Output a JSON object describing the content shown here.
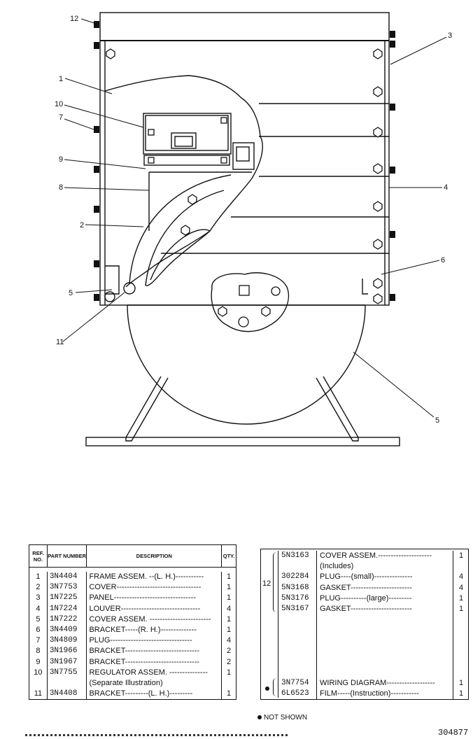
{
  "callouts": [
    {
      "id": "c12",
      "text": "12"
    },
    {
      "id": "c3",
      "text": "3"
    },
    {
      "id": "c1",
      "text": "1"
    },
    {
      "id": "c10",
      "text": "10"
    },
    {
      "id": "c7",
      "text": "7"
    },
    {
      "id": "c9",
      "text": "9"
    },
    {
      "id": "c8",
      "text": "8"
    },
    {
      "id": "c4",
      "text": "4"
    },
    {
      "id": "c2",
      "text": "2"
    },
    {
      "id": "c6",
      "text": "6"
    },
    {
      "id": "c5a",
      "text": "5"
    },
    {
      "id": "c11",
      "text": "11"
    },
    {
      "id": "c5b",
      "text": "5"
    }
  ],
  "left_table": {
    "headers": {
      "ref": "REF. NO.",
      "part": "PART NUMBER",
      "desc": "DESCRIPTION",
      "qty": "QTY."
    },
    "rows": [
      {
        "ref": "1",
        "part": "3N4404",
        "desc": "FRAME ASSEM. --(L. H.)-----------",
        "qty": "1"
      },
      {
        "ref": "2",
        "part": "3N7753",
        "desc": "COVER---------------------------------",
        "qty": "1"
      },
      {
        "ref": "3",
        "part": "1N7225",
        "desc": "PANEL--------------------------------",
        "qty": "1"
      },
      {
        "ref": "4",
        "part": "1N7224",
        "desc": "LOUVER-------------------------------",
        "qty": "4"
      },
      {
        "ref": "5",
        "part": "1N7222",
        "desc": "COVER ASSEM. ------------------------",
        "qty": "1"
      },
      {
        "ref": "6",
        "part": "3N4409",
        "desc": "BRACKET-----(R. H.)--------------",
        "qty": "1"
      },
      {
        "ref": "7",
        "part": "3N4809",
        "desc": "PLUG--------------------------------",
        "qty": "4"
      },
      {
        "ref": "8",
        "part": "3N1966",
        "desc": "BRACKET-----------------------------",
        "qty": "2"
      },
      {
        "ref": "9",
        "part": "3N1967",
        "desc": "BRACKET-----------------------------",
        "qty": "2"
      },
      {
        "ref": "10",
        "part": "3N7755",
        "desc": "REGULATOR ASSEM. ---------------",
        "qty": "1"
      },
      {
        "ref": "",
        "part": "",
        "desc": "        (Separate Illustration)",
        "qty": ""
      },
      {
        "ref": "11",
        "part": "3N4408",
        "desc": "BRACKET---------(L. H.)---------",
        "qty": "1"
      }
    ]
  },
  "right_table": {
    "group_ref": "12",
    "rows": [
      {
        "part": "5N3163",
        "desc": "COVER ASSEM.---------------------",
        "qty": "1"
      },
      {
        "part": "",
        "desc": "   (Includes)",
        "qty": ""
      },
      {
        "part": "302284",
        "desc": "     PLUG----(small)---------------",
        "qty": "4"
      },
      {
        "part": "5N3168",
        "desc": "     GASKET------------------------",
        "qty": "4"
      },
      {
        "part": "5N3176",
        "desc": "     PLUG----------(large)---------",
        "qty": "1"
      },
      {
        "part": "5N3167",
        "desc": "     GASKET------------------------",
        "qty": "1"
      },
      {
        "part": "",
        "desc": "",
        "qty": ""
      },
      {
        "part": "",
        "desc": "",
        "qty": ""
      },
      {
        "part": "",
        "desc": "",
        "qty": ""
      },
      {
        "part": "",
        "desc": "",
        "qty": ""
      },
      {
        "part": "",
        "desc": "",
        "qty": ""
      },
      {
        "part": "",
        "desc": "",
        "qty": ""
      },
      {
        "part": "3N7754",
        "desc": "WIRING DIAGRAM-------------------",
        "qty": "1"
      },
      {
        "part": "6L6523",
        "desc": "FILM-----(Instruction)-----------",
        "qty": "1"
      }
    ]
  },
  "footer": {
    "not_shown": "NOT SHOWN",
    "doc_number": "304877"
  }
}
